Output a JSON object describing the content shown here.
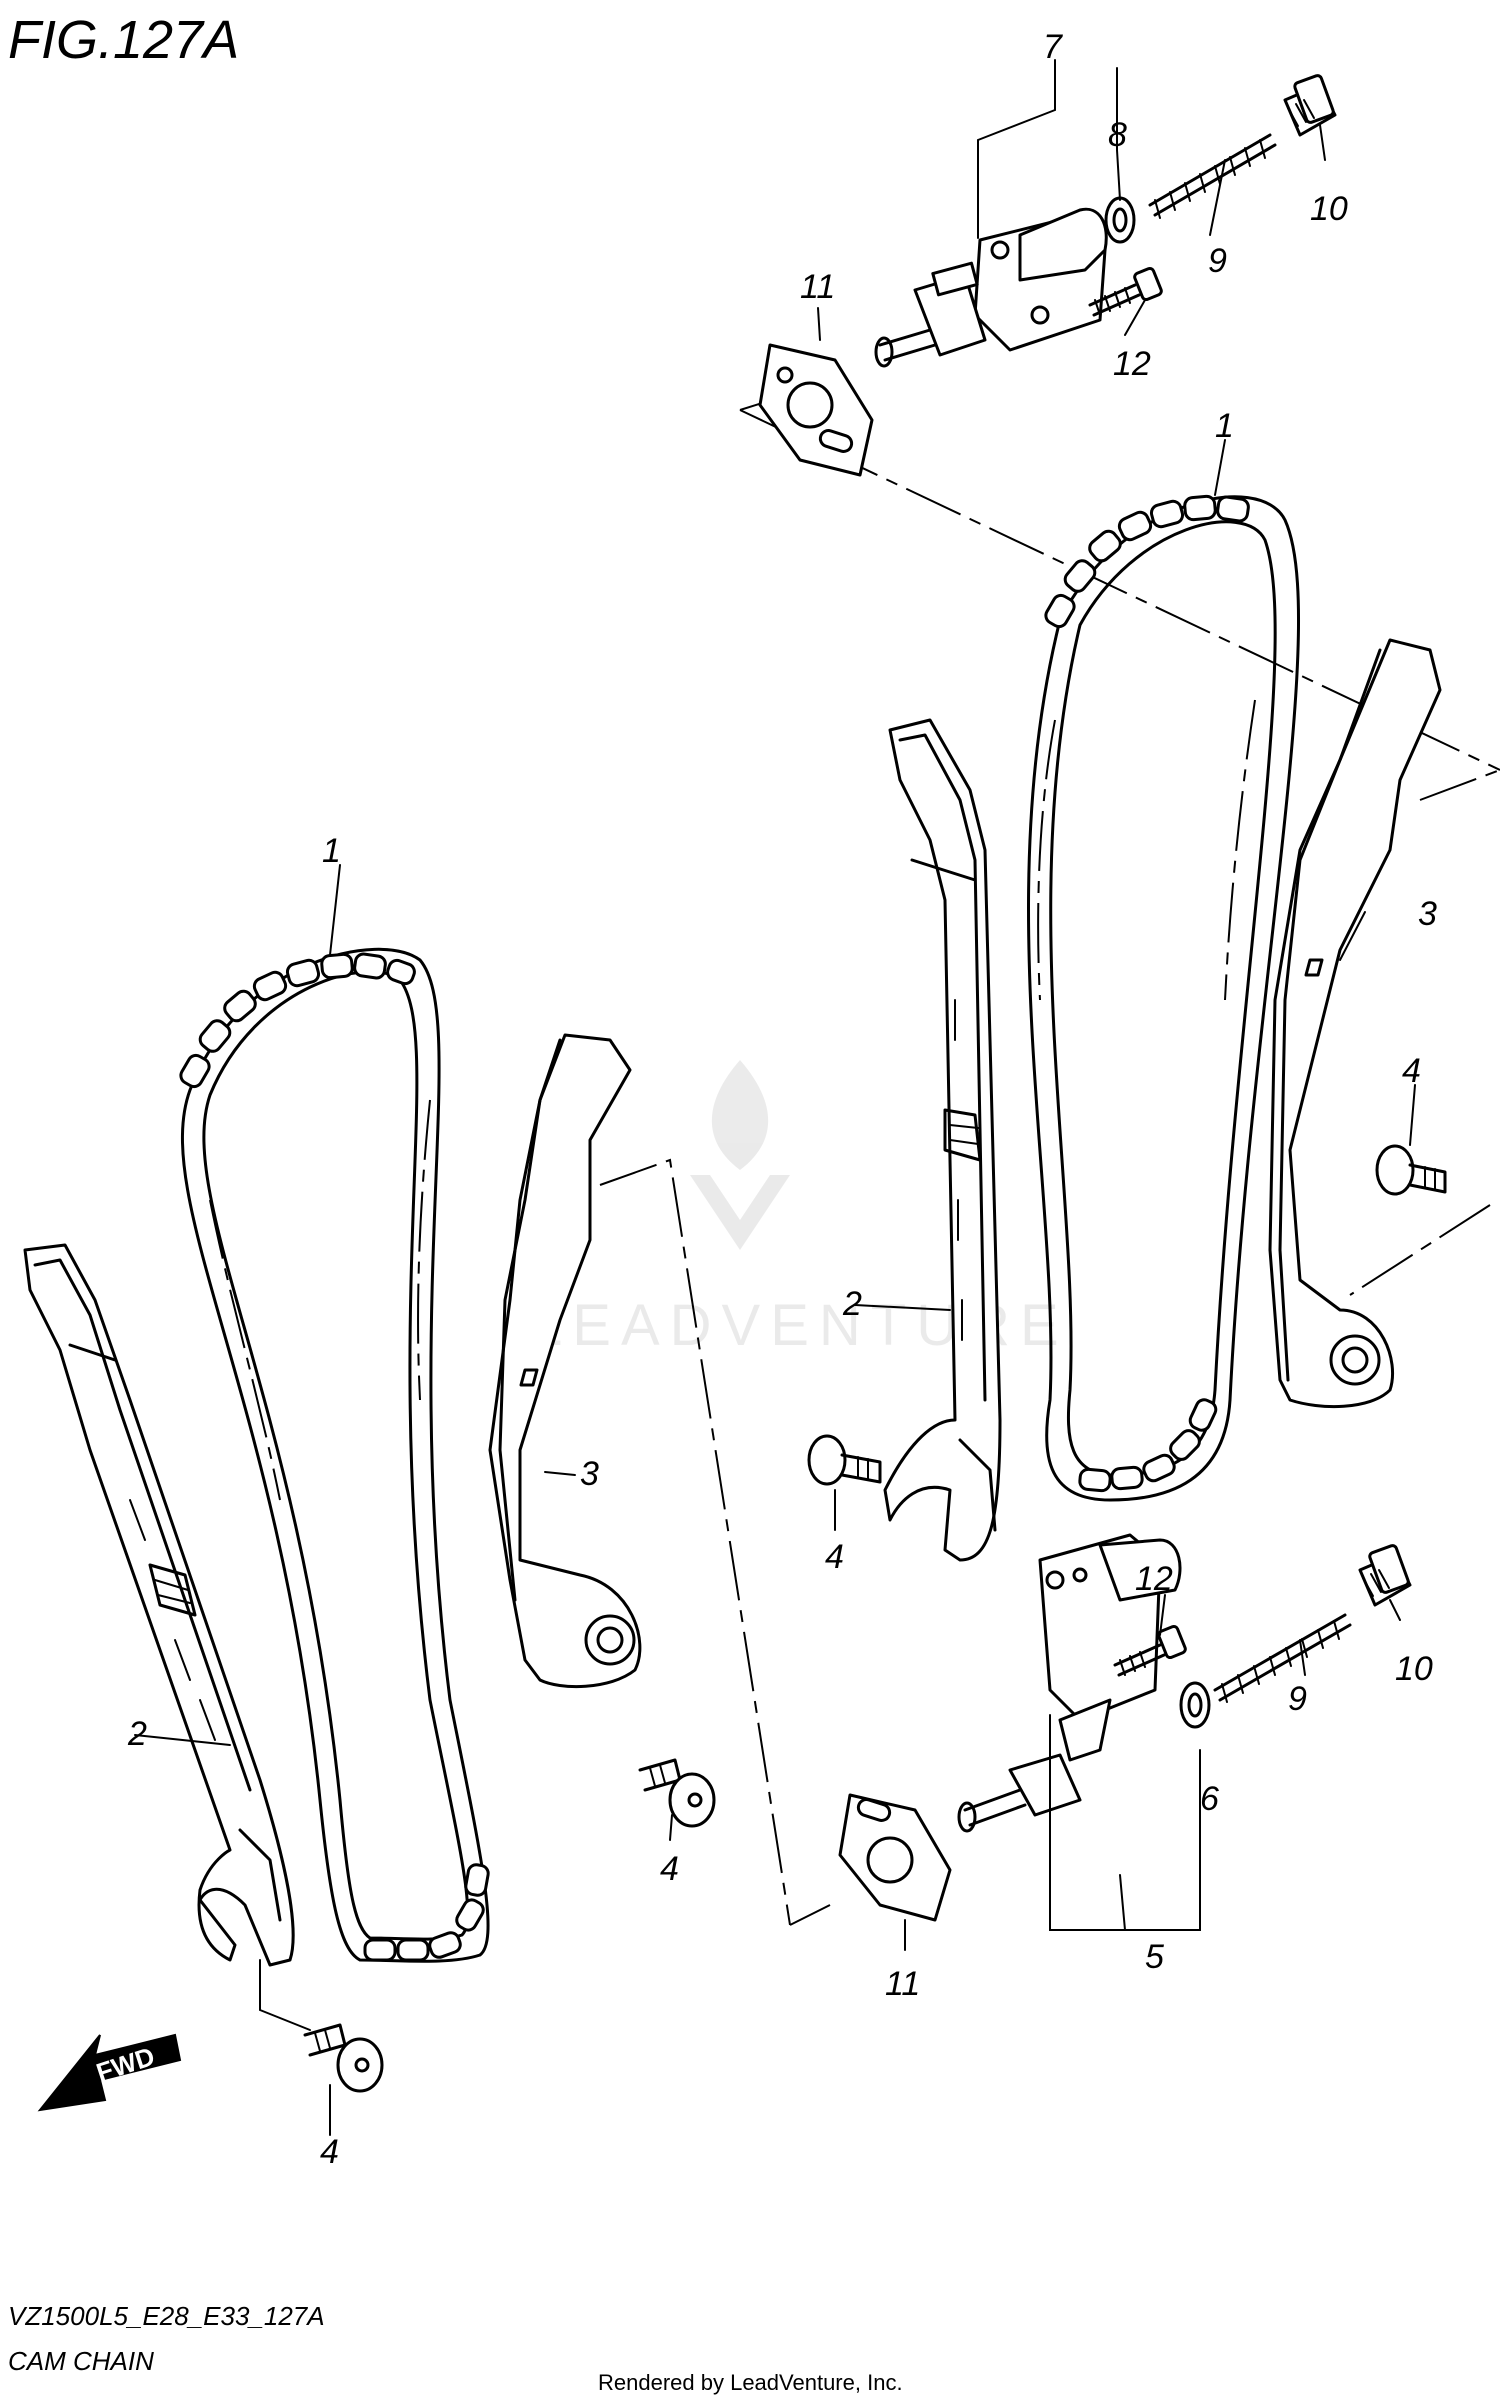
{
  "figure": {
    "title": "FIG.127A",
    "model_code": "VZ1500L5_E28_E33_127A",
    "caption": "CAM CHAIN",
    "credit": "Rendered by LeadVenture, Inc.",
    "watermark": "LEADVENTURE",
    "direction_label": "FWD"
  },
  "callouts": {
    "c1a": "1",
    "c1b": "1",
    "c2a": "2",
    "c2b": "2",
    "c3a": "3",
    "c3b": "3",
    "c4a": "4",
    "c4b": "4",
    "c4c": "4",
    "c4d": "4",
    "c5": "5",
    "c6": "6",
    "c7": "7",
    "c8": "8",
    "c9a": "9",
    "c9b": "9",
    "c10a": "10",
    "c10b": "10",
    "c11a": "11",
    "c11b": "11",
    "c12a": "12",
    "c12b": "12"
  }
}
